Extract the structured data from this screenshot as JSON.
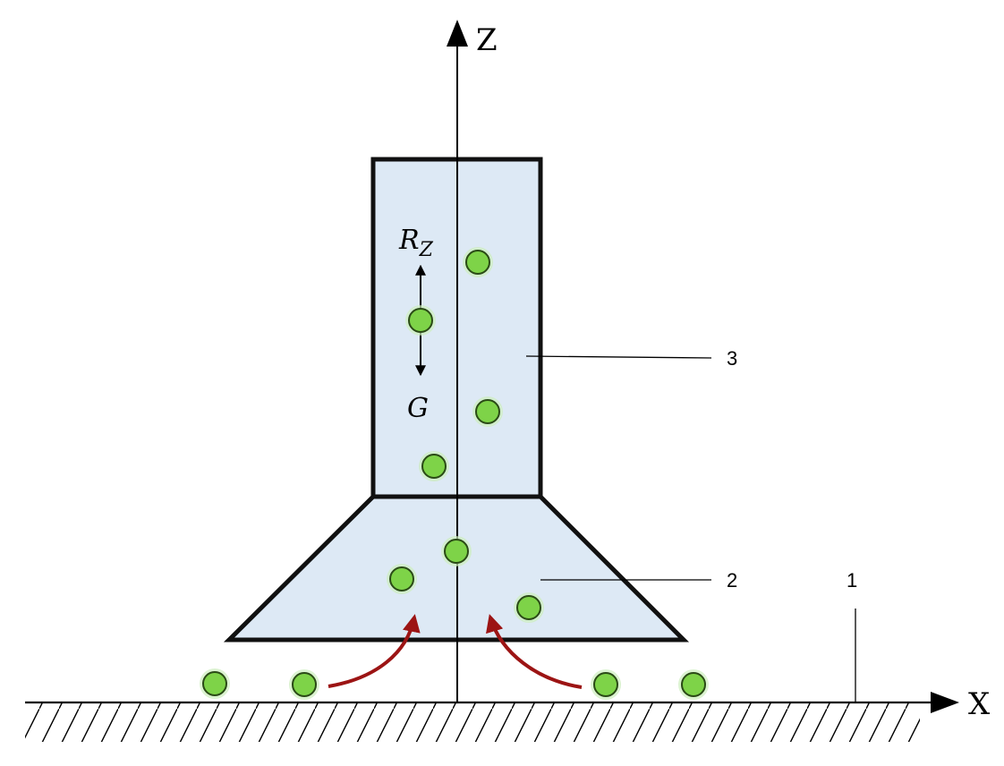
{
  "axes": {
    "z_label": "Z",
    "x_label": "X"
  },
  "callouts": {
    "ground": "1",
    "lower_cone": "2",
    "upper_tube": "3"
  },
  "forces": {
    "r_main": "R",
    "r_sub": "Z",
    "gravity": "G"
  },
  "colors": {
    "fill": "#dde9f5",
    "outline": "#111111",
    "particle": "#7ed348",
    "particle_stroke": "#2a4a16",
    "particle_glow": "#cdeebd",
    "flow_arrow": "#9c1414",
    "line": "#000000"
  },
  "icons": {
    "particle": "green-particle-circle",
    "flow": "curved-flow-arrow",
    "force": "double-headed-force-arrow"
  }
}
